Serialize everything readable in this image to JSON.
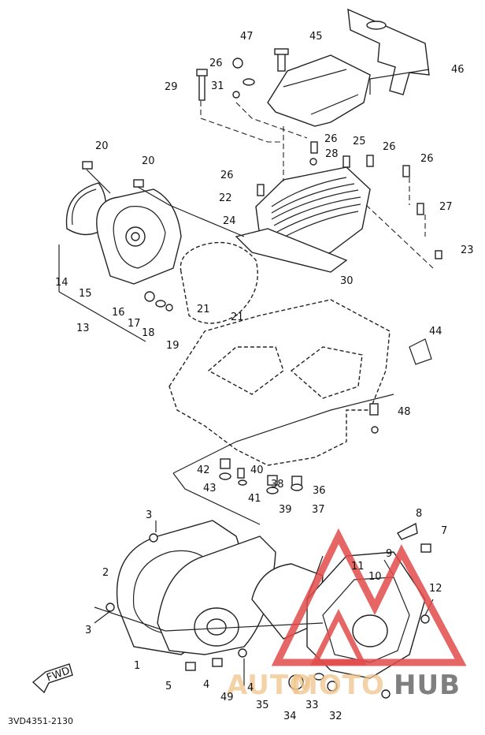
{
  "diagram": {
    "drawing_code": "3VD4351-2130",
    "fwd_label": "FWD",
    "watermark": {
      "left": "AUTO",
      "middle": "MOTO",
      "right": "HUB"
    },
    "callouts": [
      "1",
      "2",
      "3",
      "3",
      "4",
      "4",
      "5",
      "7",
      "8",
      "9",
      "10",
      "11",
      "12",
      "13",
      "14",
      "15",
      "16",
      "17",
      "18",
      "19",
      "20",
      "20",
      "21",
      "21",
      "22",
      "23",
      "24",
      "25",
      "26",
      "26",
      "26",
      "26",
      "26",
      "27",
      "28",
      "29",
      "30",
      "31",
      "32",
      "33",
      "34",
      "35",
      "36",
      "37",
      "38",
      "39",
      "40",
      "41",
      "42",
      "43",
      "44",
      "45",
      "46",
      "47",
      "48",
      "49"
    ]
  }
}
